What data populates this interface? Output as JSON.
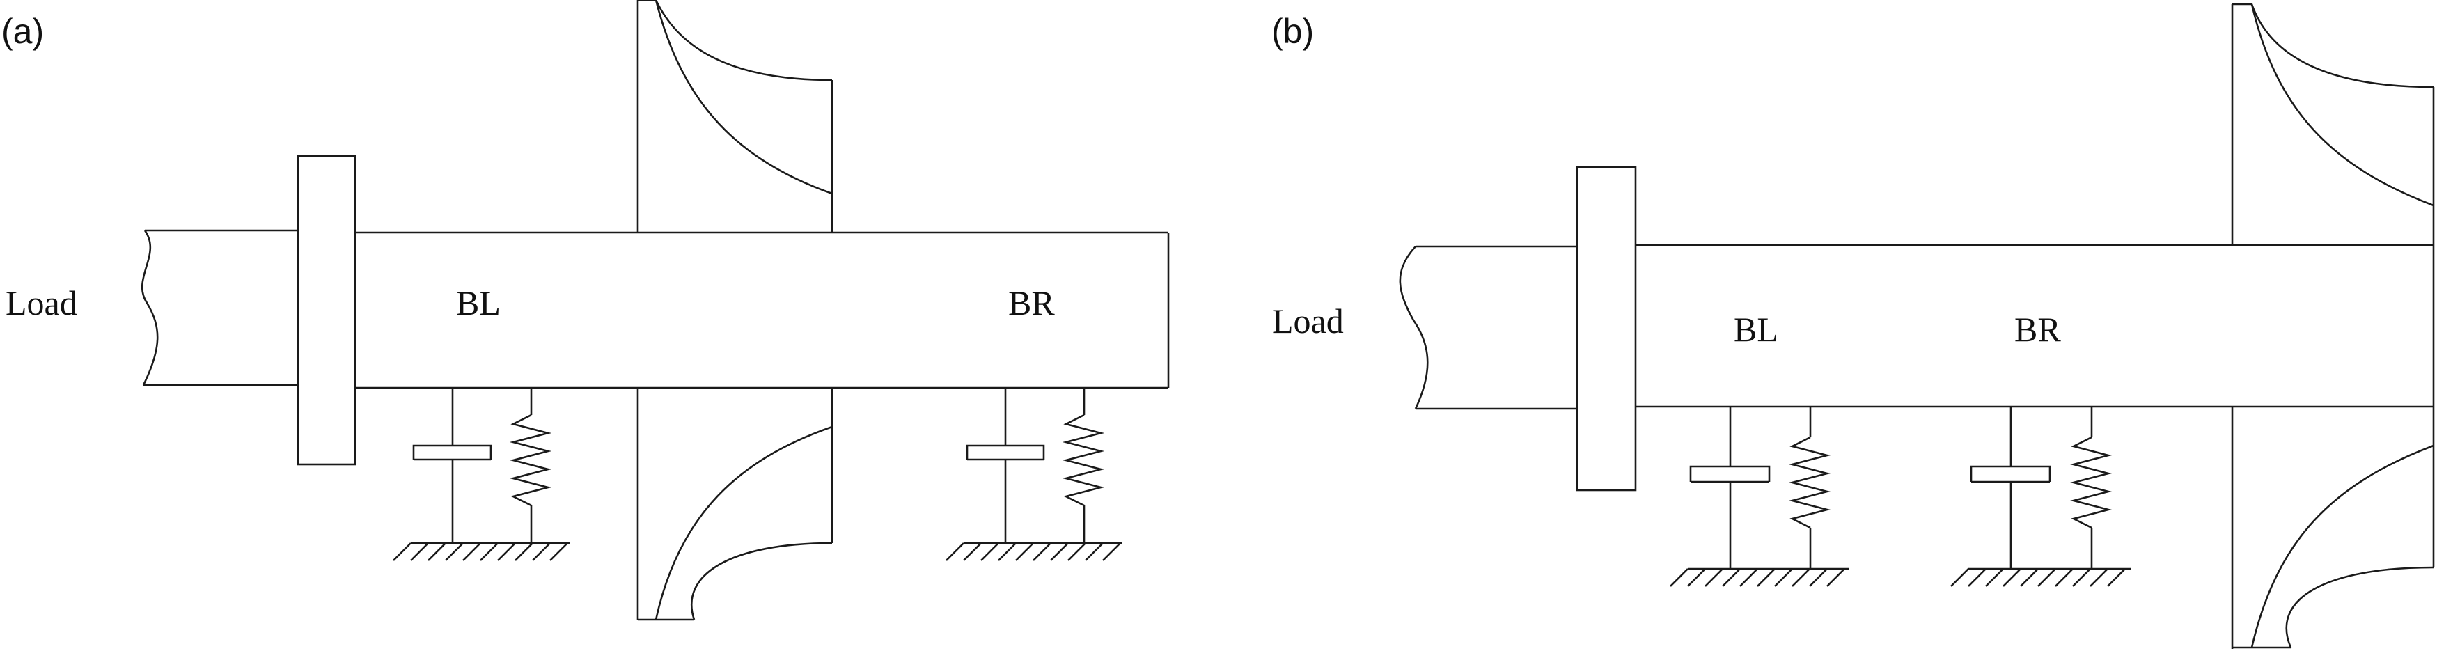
{
  "panels": {
    "a": {
      "tag": "(a)",
      "load_label": "Load",
      "bearing_left": "BL",
      "bearing_right": "BR"
    },
    "b": {
      "tag": "(b)",
      "load_label": "Load",
      "bearing_left": "BL",
      "bearing_right": "BR"
    }
  }
}
